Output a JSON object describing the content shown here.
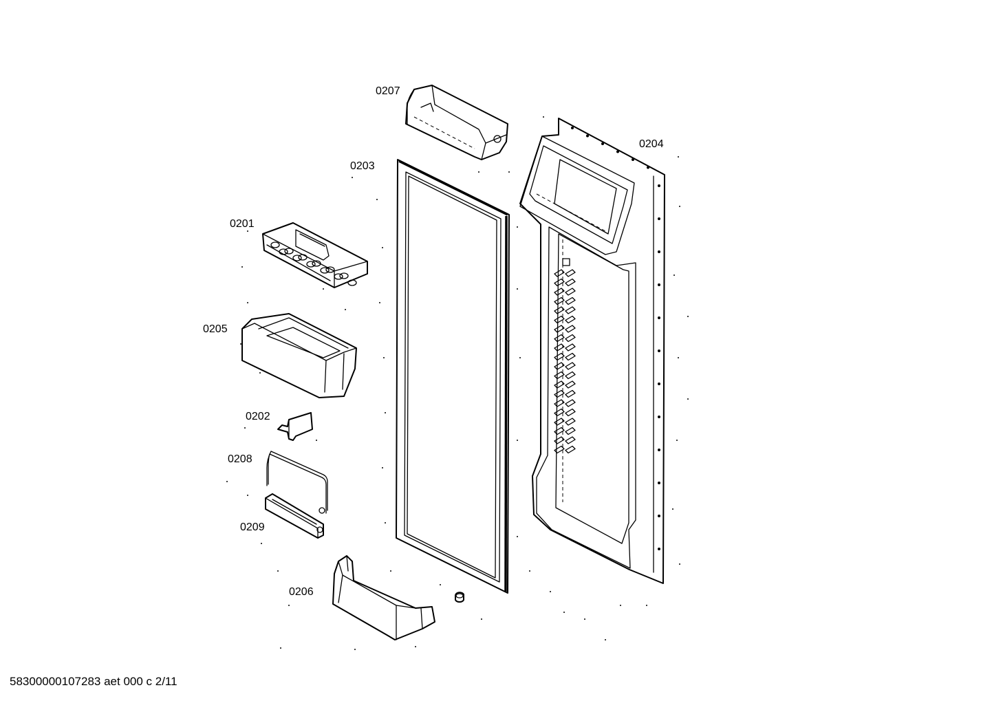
{
  "parts": [
    {
      "id": "0201",
      "label": "0201"
    },
    {
      "id": "0202",
      "label": "0202"
    },
    {
      "id": "0203",
      "label": "0203"
    },
    {
      "id": "0204",
      "label": "0204"
    },
    {
      "id": "0205",
      "label": "0205"
    },
    {
      "id": "0206",
      "label": "0206"
    },
    {
      "id": "0207",
      "label": "0207"
    },
    {
      "id": "0208",
      "label": "0208"
    },
    {
      "id": "0209",
      "label": "0209"
    }
  ],
  "footer": {
    "text": "58300000107283 aet 000 c 2/11"
  }
}
